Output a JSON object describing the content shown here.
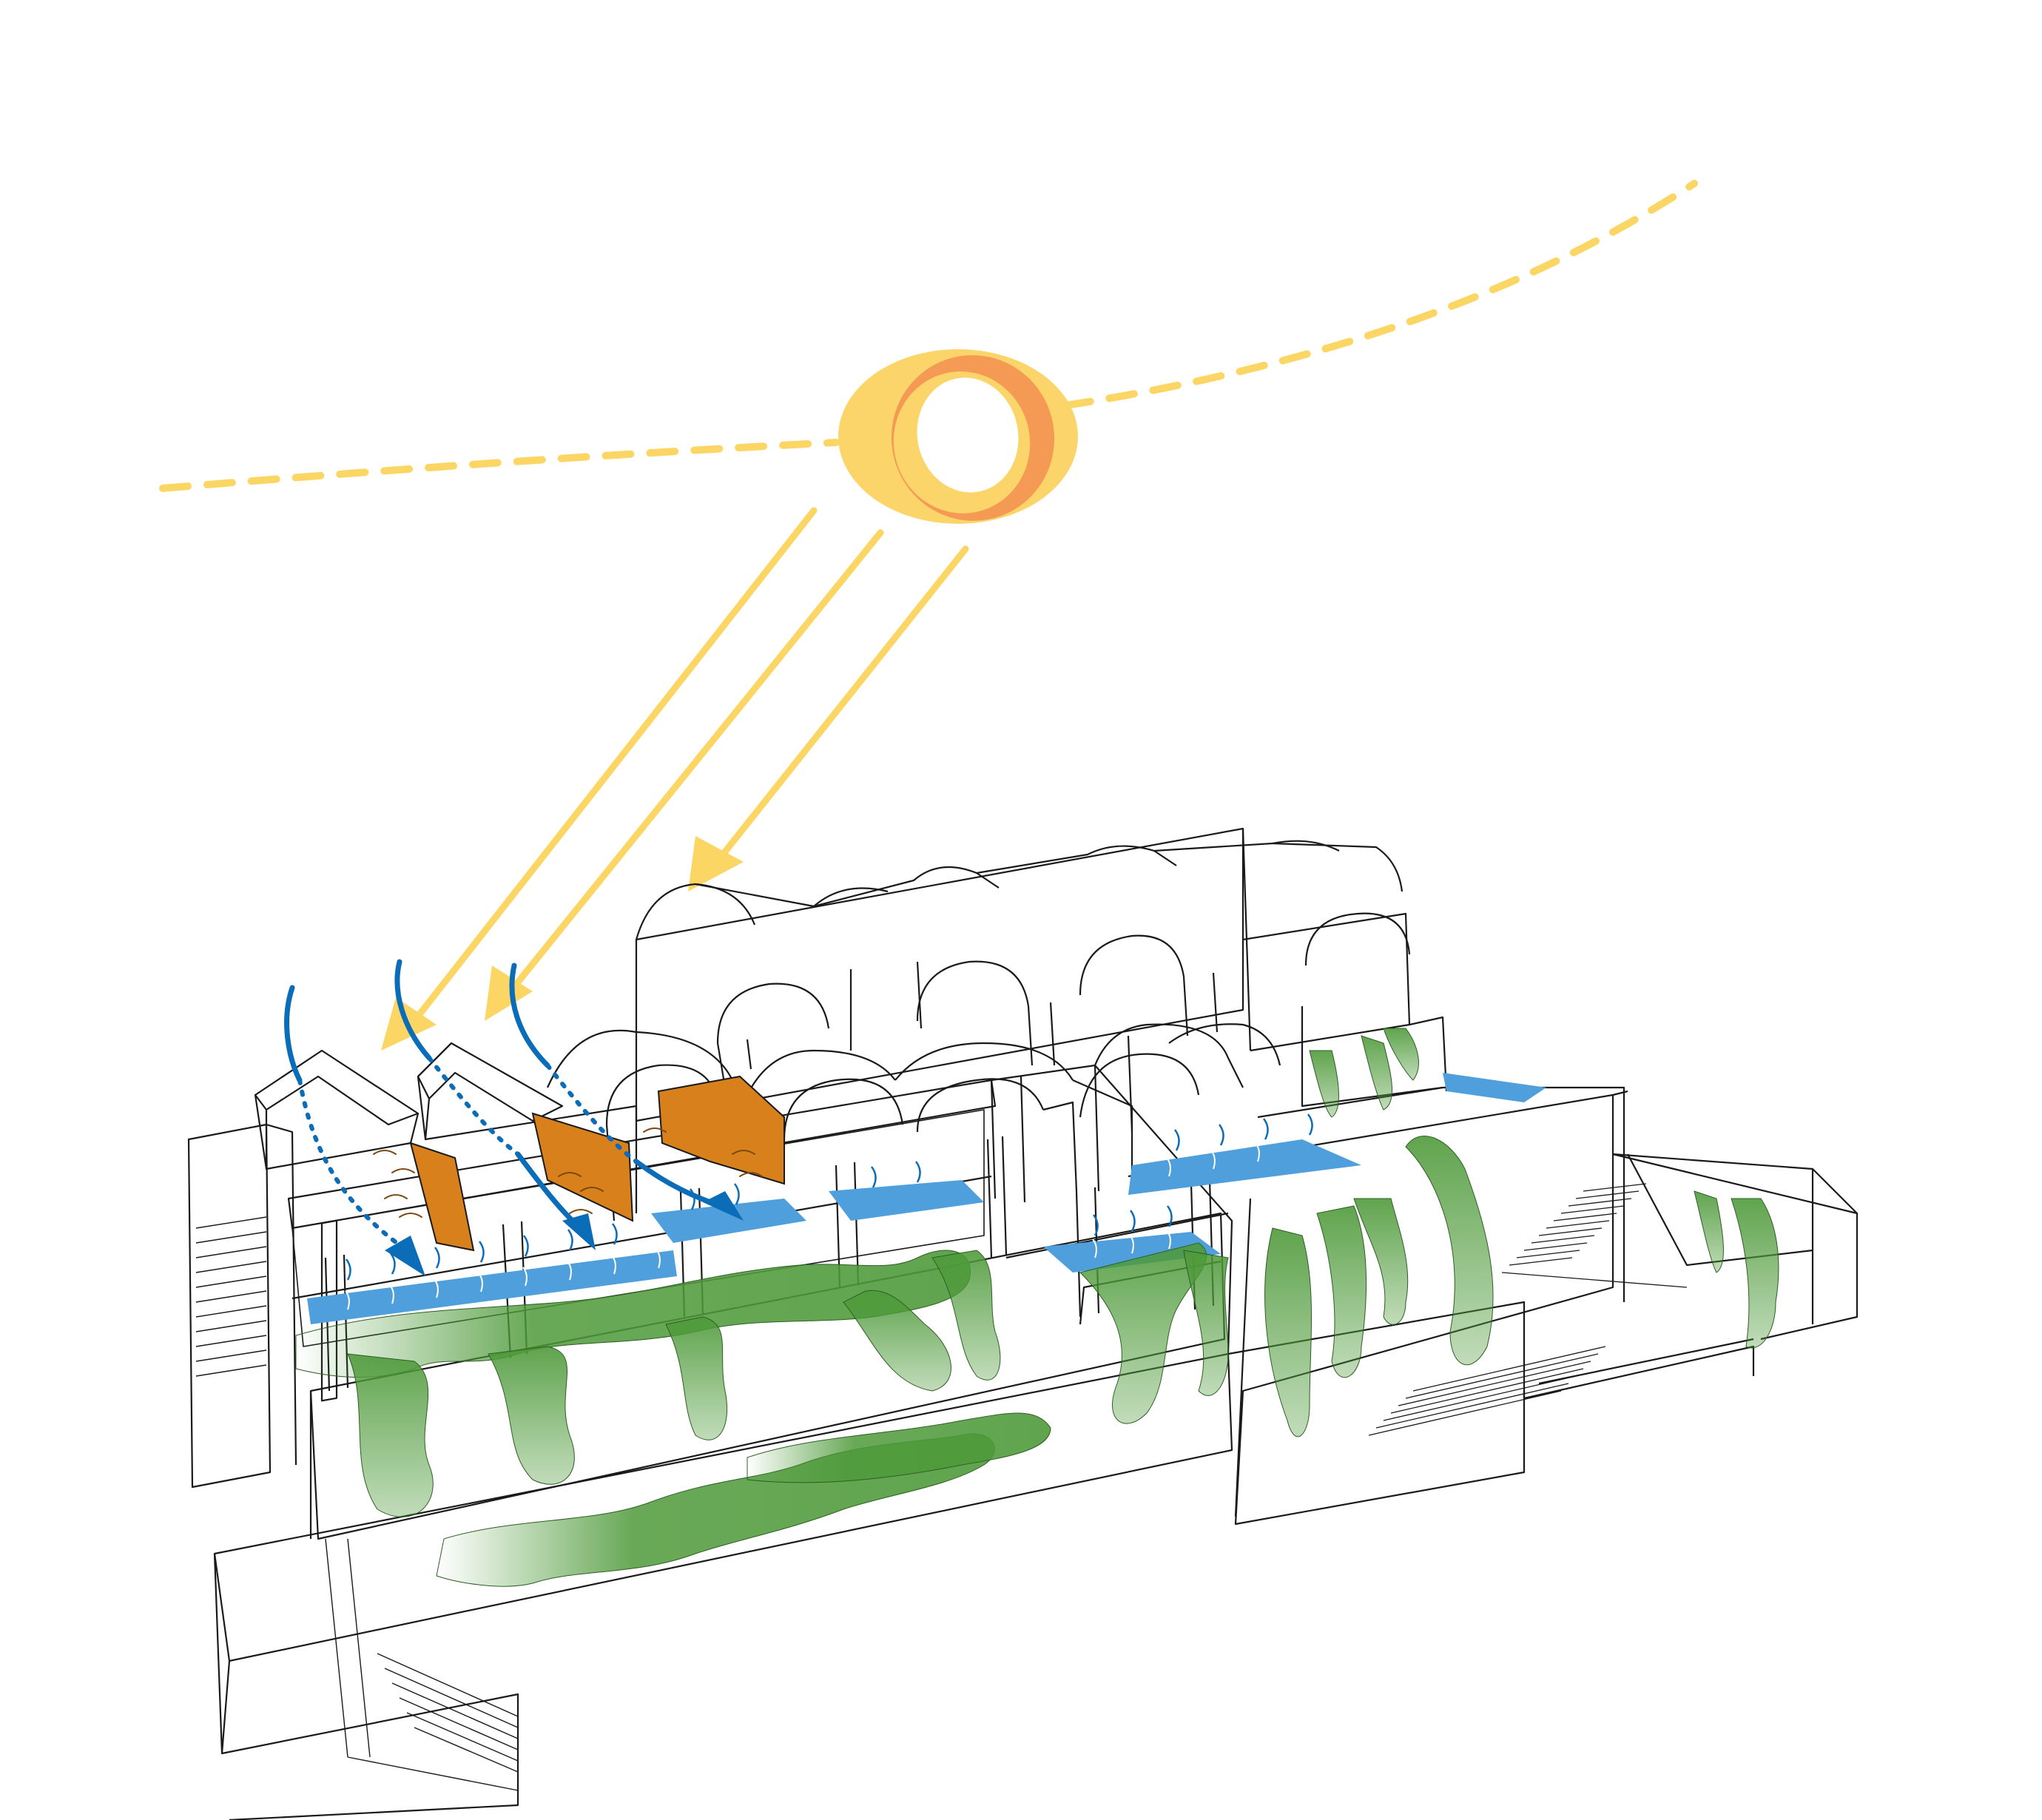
{
  "diagram": {
    "kind": "passive-cooling-axonometric",
    "labels": [],
    "colors": {
      "sun_path": "#FBD664",
      "sun_outer": "#FCD56A",
      "sun_ring": "#F59A55",
      "sun_rays": "#FBD664",
      "breeze": "#0B6CB7",
      "water": "#4F9FDC",
      "thermal_mass_wall": "#D8801C",
      "vegetation": "#4E9A3A",
      "linework": "#1a1a1a"
    },
    "elements": {
      "sun": "sun-icon",
      "rays": "sun-ray-arrow",
      "breeze": "breeze-arrow",
      "pools": "water-pool",
      "walls": "thermal-mass-wall",
      "plants": "vegetation"
    }
  }
}
